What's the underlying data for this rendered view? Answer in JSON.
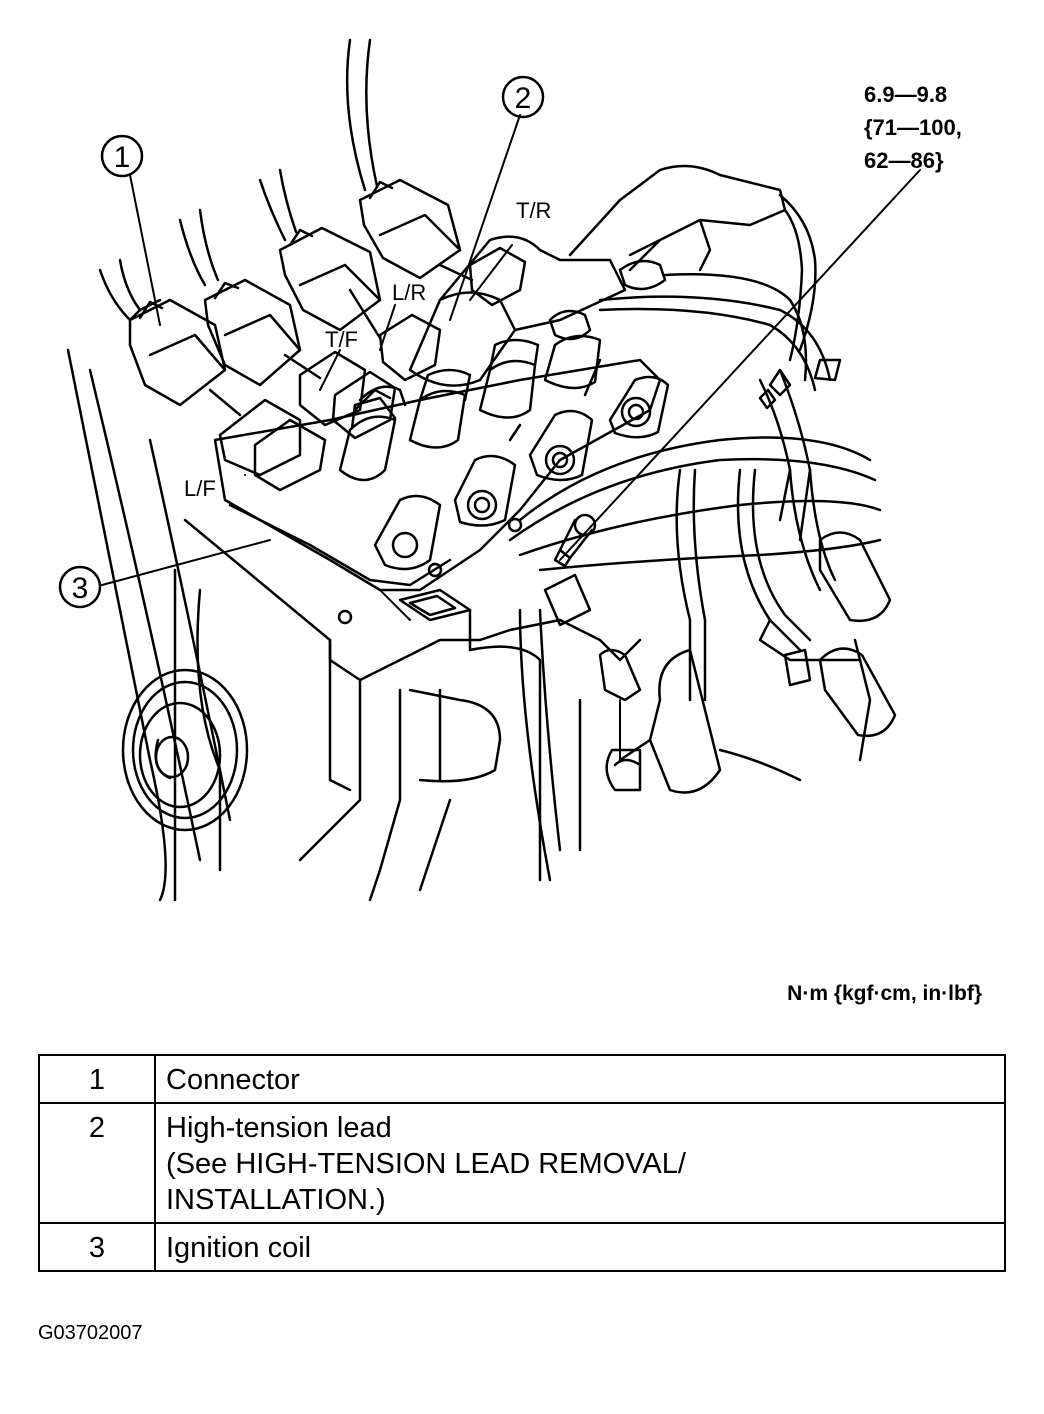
{
  "torque_spec": {
    "line1": "6.9—9.8",
    "line2": "{71—100,",
    "line3": "62—86}"
  },
  "wire_labels": {
    "tr": "T/R",
    "lr": "L/R",
    "tf": "T/F",
    "lf": "L/F"
  },
  "callouts": {
    "c1": "1",
    "c2": "2",
    "c3": "3"
  },
  "units_note": "N·m {kgf·cm, in·lbf}",
  "legend": [
    {
      "num": "1",
      "lines": [
        "Connector"
      ]
    },
    {
      "num": "2",
      "lines": [
        "High-tension lead",
        "(See HIGH-TENSION LEAD REMOVAL/",
        "INSTALLATION.)"
      ]
    },
    {
      "num": "3",
      "lines": [
        "Ignition coil"
      ]
    }
  ],
  "figure_code": "G03702007"
}
